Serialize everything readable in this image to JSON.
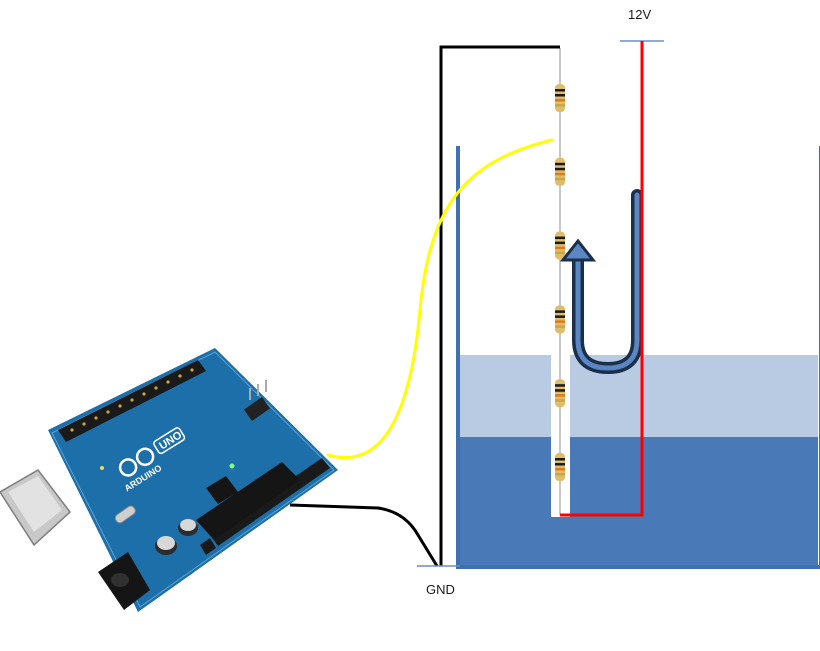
{
  "labels": {
    "supply": "12V",
    "ground": "GND"
  },
  "board": {
    "logo_text": "UNO",
    "brand_text": "ARDUINO"
  },
  "resistor_count": 6,
  "water_level": {
    "light_band_top_fraction": 0.78,
    "dark_band_top_fraction": 0.61
  },
  "colors": {
    "wire_supply": "#ff0000",
    "wire_ground": "#000000",
    "wire_signal": "#ffff00",
    "tank_outline": "#3f70b0",
    "water_light": "#b9cbe3",
    "water_dark": "#4a79b8",
    "board_blue": "#1c6fa8",
    "resistor_body": "#e0bd6a"
  },
  "icons": [
    "arduino-uno-board",
    "resistor",
    "u-tube-arrow",
    "water-tank"
  ]
}
